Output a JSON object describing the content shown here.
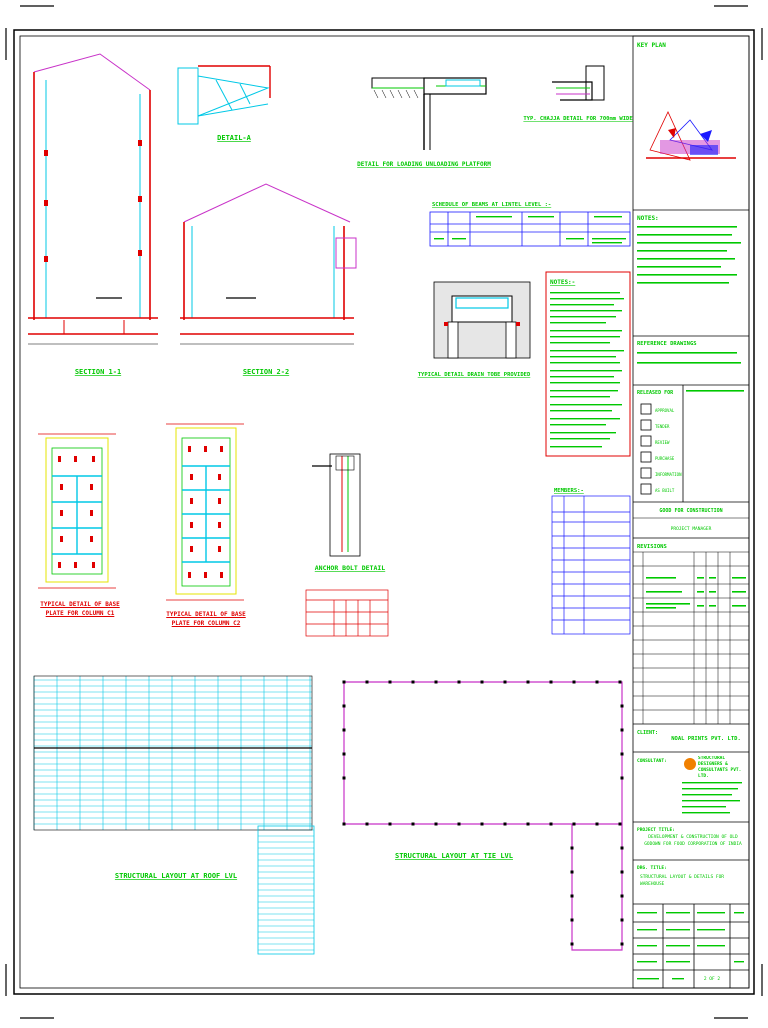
{
  "titles": {
    "detail_a": "DETAIL-A",
    "loading_platform": "DETAIL FOR LOADING UNLOADING PLATFORM",
    "chajja": "TYP. CHAJJA DETAIL FOR 700mm WIDE",
    "section_1": "SECTION 1-1",
    "section_2": "SECTION 2-2",
    "beams_schedule": "SCHEDULE OF BEAMS AT LINTEL LEVEL :-",
    "drain": "TYPICAL DETAIL DRAIN TOBE PROVIDED",
    "notes_mid": "NOTES:-",
    "anchor": "ANCHOR BOLT DETAIL",
    "base_c1": "TYPICAL DETAIL OF BASE PLATE FOR COLUMN C1",
    "base_c2": "TYPICAL DETAIL OF BASE PLATE FOR COLUMN C2",
    "roof_layout": "STRUCTURAL LAYOUT AT ROOF LVL",
    "lintel_layout": "STRUCTURAL LAYOUT AT TIE LVL",
    "members": "MEMBERS:-"
  },
  "title_block": {
    "key_plan": "KEY PLAN",
    "notes": "NOTES:",
    "reference": "REFERENCE DRAWINGS",
    "released_for": "RELEASED FOR",
    "released_items": [
      "APPROVAL",
      "TENDER",
      "REVIEW",
      "PURCHASE",
      "INFORMATION",
      "AS BUILT"
    ],
    "good_for_construction": "GOOD FOR CONSTRUCTION",
    "project_manager": "PROJECT MANAGER",
    "revisions": "REVISIONS",
    "client_label": "CLIENT:",
    "client": "NOAL PRINTS PVT. LTD.",
    "consultant_label": "CONSULTANT:",
    "consultant_name": "STRUCTURAL DESIGNERS & CONSULTANTS PVT. LTD.",
    "project_title_label": "PROJECT TITLE:",
    "project_title": "DEVELOPMENT & CONSTRUCTION OF OLD GODOWN FOR FOOD CORPORATION OF INDIA",
    "drawing_title_label": "DRG. TITLE:",
    "drawing_title": "STRUCTURAL LAYOUT & DETAILS FOR WAREHOUSE",
    "sheet": "2 OF 2"
  }
}
